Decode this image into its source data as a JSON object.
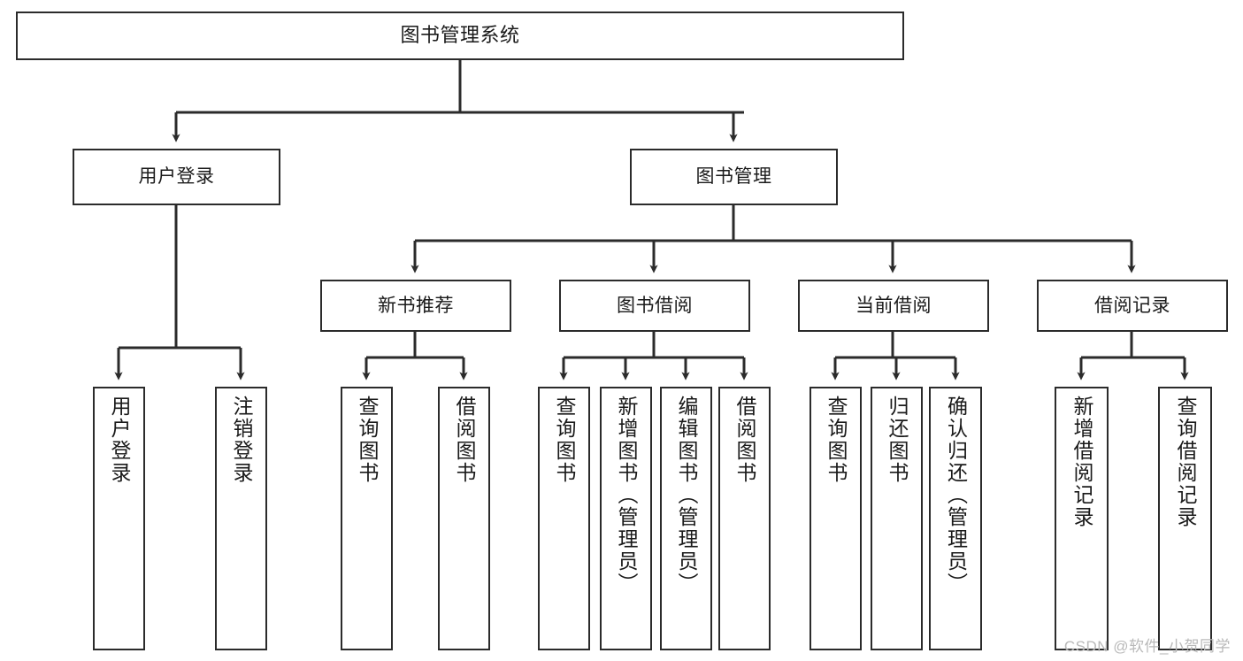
{
  "diagram": {
    "title": "图书管理系统",
    "watermark": "CSDN @软件_小贺同学",
    "line_color": "#2b2b2b",
    "box_fill": "#ffffff",
    "text_color": "#1a1a1a",
    "levels": {
      "root": {
        "label": "图书管理系统"
      },
      "level2": [
        {
          "label": "用户登录"
        },
        {
          "label": "图书管理"
        }
      ],
      "level3": [
        {
          "label": "新书推荐"
        },
        {
          "label": "图书借阅"
        },
        {
          "label": "当前借阅"
        },
        {
          "label": "借阅记录"
        }
      ],
      "leaves": [
        {
          "label": "用户登录",
          "parent": "用户登录"
        },
        {
          "label": "注销登录",
          "parent": "用户登录"
        },
        {
          "label": "查询图书",
          "parent": "新书推荐"
        },
        {
          "label": "借阅图书",
          "parent": "新书推荐"
        },
        {
          "label": "查询图书",
          "parent": "图书借阅"
        },
        {
          "label": "新增图书（管理员）",
          "parent": "图书借阅"
        },
        {
          "label": "编辑图书（管理员）",
          "parent": "图书借阅"
        },
        {
          "label": "借阅图书",
          "parent": "图书借阅"
        },
        {
          "label": "查询图书",
          "parent": "当前借阅"
        },
        {
          "label": "归还图书",
          "parent": "当前借阅"
        },
        {
          "label": "确认归还（管理员）",
          "parent": "当前借阅"
        },
        {
          "label": "新增借阅记录",
          "parent": "借阅记录"
        },
        {
          "label": "查询借阅记录",
          "parent": "借阅记录"
        }
      ]
    }
  }
}
